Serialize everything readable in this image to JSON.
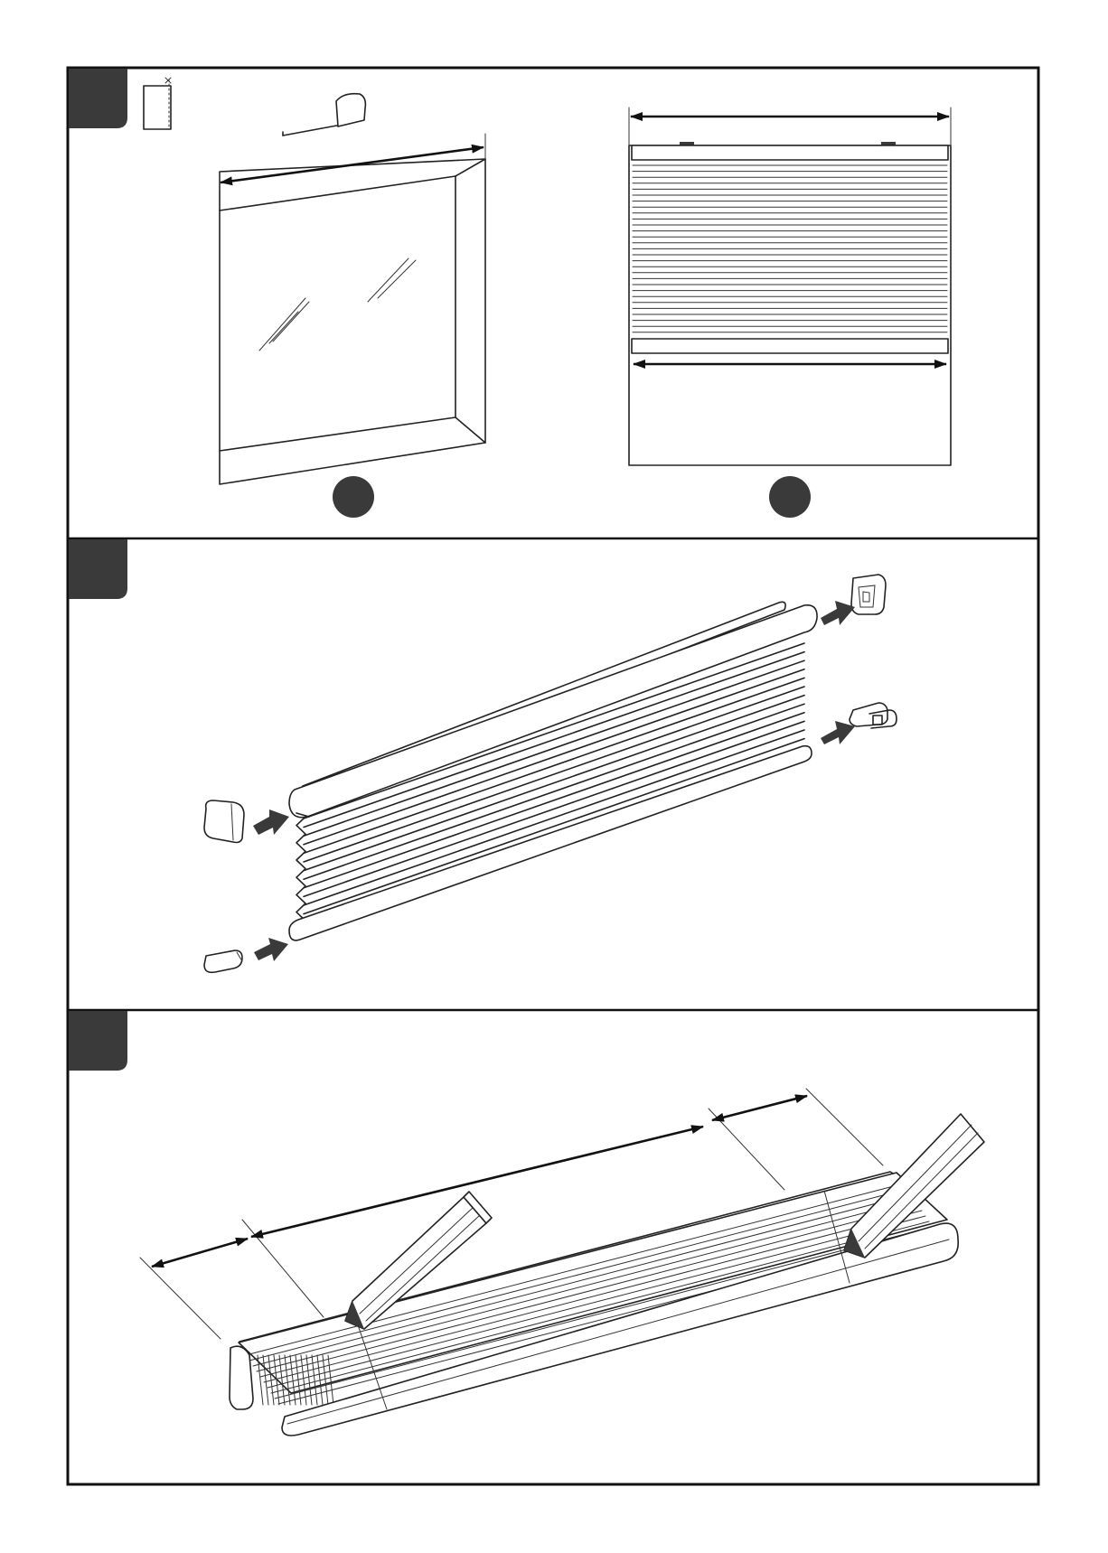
{
  "page": {
    "type": "assembly-instructions",
    "colors": {
      "frame": "#111111",
      "step_tab": "#3a3a3a",
      "marker": "#3a3a3a",
      "line": "#222222"
    }
  },
  "panels": [
    {
      "name": "measure-window",
      "step_label": "",
      "icons": [
        "bag-icon",
        "tape-measure-icon",
        "window-icon",
        "blind-icon"
      ],
      "markers": [
        "marker-a",
        "marker-b"
      ]
    },
    {
      "name": "remove-end-caps",
      "step_label": "",
      "icons": [
        "headrail-icon",
        "end-cap-icon",
        "bracket-icon",
        "clip-icon",
        "bottom-cap-icon"
      ]
    },
    {
      "name": "mark-cut-length",
      "step_label": "",
      "icons": [
        "pencil-icon",
        "pencil-icon",
        "rail-icon"
      ]
    }
  ]
}
